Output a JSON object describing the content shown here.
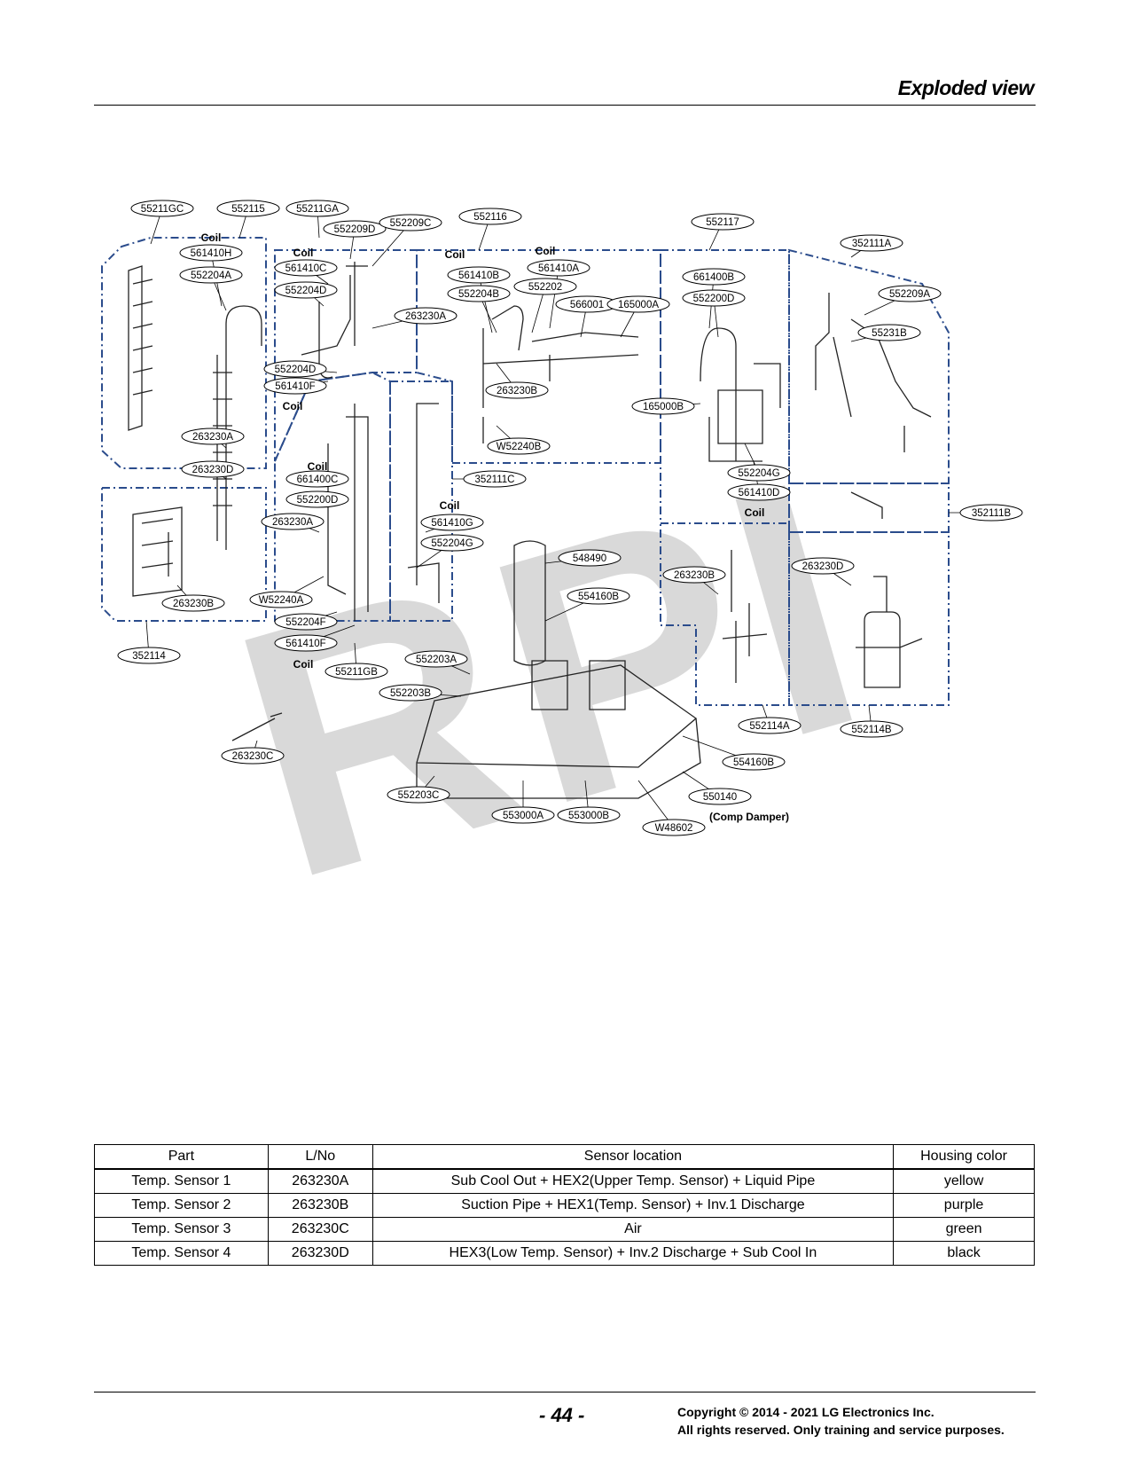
{
  "header": {
    "title": "Exploded view"
  },
  "diagram": {
    "callouts": [
      "55211GC",
      "552115",
      "55211GA",
      "552209D",
      "552209C",
      "552116",
      "552117",
      "352111A",
      "561410H",
      "552204A",
      "561410C",
      "552204D",
      "263230A",
      "561410B",
      "561410A",
      "552204B",
      "552202",
      "566001",
      "165000A",
      "661400B",
      "552200D",
      "552209A",
      "55231B",
      "552204D",
      "561410F",
      "263230B",
      "165000B",
      "W52240B",
      "552204G",
      "561410D",
      "352111B",
      "263230A",
      "263230D",
      "661400C",
      "552200D",
      "263230A",
      "352111C",
      "561410G",
      "552204G",
      "548490",
      "554160B",
      "263230B",
      "263230D",
      "W52240A",
      "552204F",
      "263230B",
      "352114",
      "561410F",
      "55211GB",
      "552203A",
      "552203B",
      "552114A",
      "552114B",
      "263230C",
      "554160B",
      "550140",
      "552203C",
      "553000A",
      "553000B",
      "W48602"
    ],
    "coil_label": "Coil",
    "comp_damper": "(Comp Damper)",
    "watermark": "RPI"
  },
  "table": {
    "headers": [
      "Part",
      "L/No",
      "Sensor location",
      "Housing color"
    ],
    "rows": [
      [
        "Temp. Sensor 1",
        "263230A",
        "Sub Cool Out + HEX2(Upper Temp. Sensor) + Liquid Pipe",
        "yellow"
      ],
      [
        "Temp. Sensor 2",
        "263230B",
        "Suction Pipe + HEX1(Temp. Sensor) + Inv.1  Discharge",
        "purple"
      ],
      [
        "Temp. Sensor 3",
        "263230C",
        "Air",
        "green"
      ],
      [
        "Temp. Sensor 4",
        "263230D",
        "HEX3(Low Temp. Sensor) + Inv.2  Discharge + Sub Cool In",
        "black"
      ]
    ]
  },
  "footer": {
    "page": "- 44 -",
    "copyright_line1": "Copyright © 2014 - 2021 LG Electronics Inc.",
    "copyright_line2": "All rights reserved. Only training and service purposes."
  },
  "colors": {
    "dash": "#2b4c8c",
    "watermark": "#d9d9d9"
  }
}
